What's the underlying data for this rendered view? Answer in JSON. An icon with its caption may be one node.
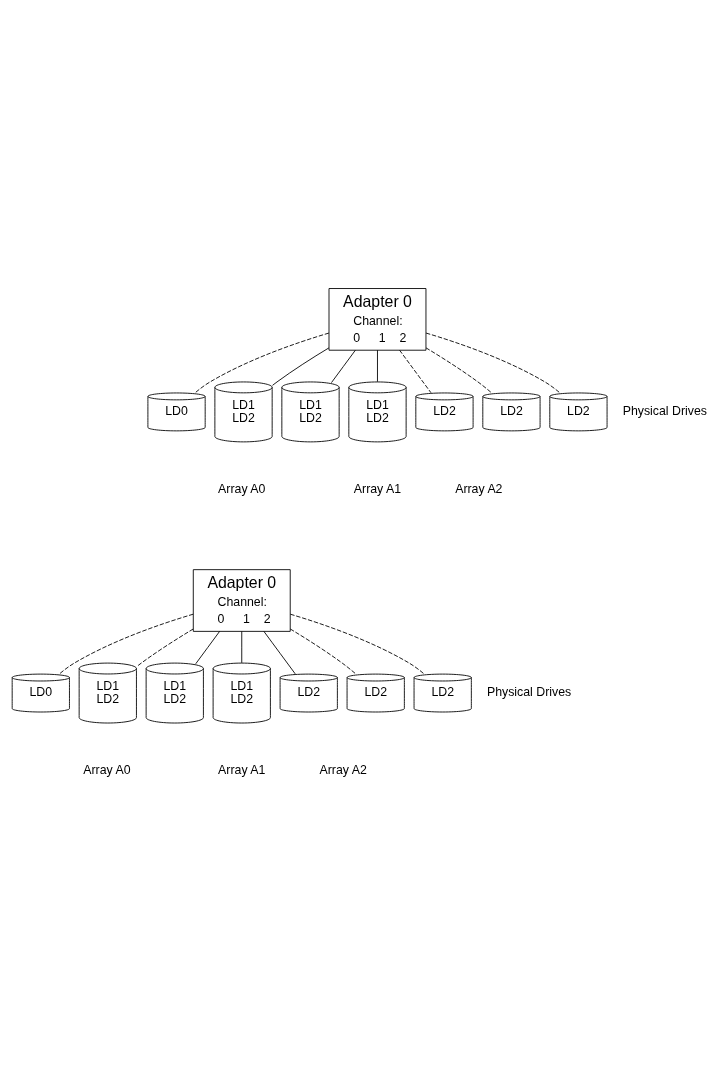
{
  "diagram": {
    "nodes": [
      {
        "text": [
          "Adapter 0",
          "Channel:",
          "0",
          "1",
          "2"
        ]
      },
      {
        "text": [
          "LD0"
        ]
      },
      {
        "text": [
          "LD1",
          "LD2"
        ]
      },
      {
        "text": [
          "LD1",
          "LD2"
        ]
      },
      {
        "text": [
          "LD1",
          "LD2"
        ]
      },
      {
        "text": [
          "LD2"
        ]
      },
      {
        "text": [
          "LD2"
        ]
      },
      {
        "text": [
          "LD2"
        ]
      },
      {
        "text": [
          "Adapter 0",
          "Channel:",
          "0",
          "1",
          "2"
        ]
      },
      {
        "text": [
          "LD0"
        ]
      },
      {
        "text": [
          "LD1",
          "LD2"
        ]
      },
      {
        "text": [
          "LD1",
          "LD2"
        ]
      },
      {
        "text": [
          "LD1",
          "LD2"
        ]
      },
      {
        "text": [
          "LD2"
        ]
      },
      {
        "text": [
          "LD2"
        ]
      },
      {
        "text": [
          "LD2"
        ]
      }
    ],
    "edges": [
      {
        "from": 0,
        "to": 1,
        "arrow": "none",
        "style": "dashed"
      },
      {
        "from": 0,
        "to": 2,
        "arrow": "none"
      },
      {
        "from": 0,
        "to": 3,
        "arrow": "none"
      },
      {
        "from": 0,
        "to": 4,
        "arrow": "none"
      },
      {
        "from": 0,
        "to": 5,
        "arrow": "none",
        "style": "dashed"
      },
      {
        "from": 0,
        "to": 6,
        "arrow": "none",
        "style": "dashed"
      },
      {
        "from": 0,
        "to": 7,
        "arrow": "none",
        "style": "dashed"
      },
      {
        "from": 8,
        "to": 9,
        "arrow": "none",
        "style": "dashed"
      },
      {
        "from": 8,
        "to": 10,
        "arrow": "none",
        "style": "dashed"
      },
      {
        "from": 8,
        "to": 11,
        "arrow": "none"
      },
      {
        "from": 8,
        "to": 12,
        "arrow": "none"
      },
      {
        "from": 8,
        "to": 13,
        "arrow": "none"
      },
      {
        "from": 8,
        "to": 14,
        "arrow": "none",
        "style": "dashed"
      },
      {
        "from": 8,
        "to": 15,
        "arrow": "none",
        "style": "dashed"
      }
    ],
    "labels": [
      "Physical Drives",
      "Array A0",
      "Array A1",
      "Array A2",
      "Physical Drives",
      "Array A0",
      "Array A1",
      "Array A2"
    ]
  }
}
